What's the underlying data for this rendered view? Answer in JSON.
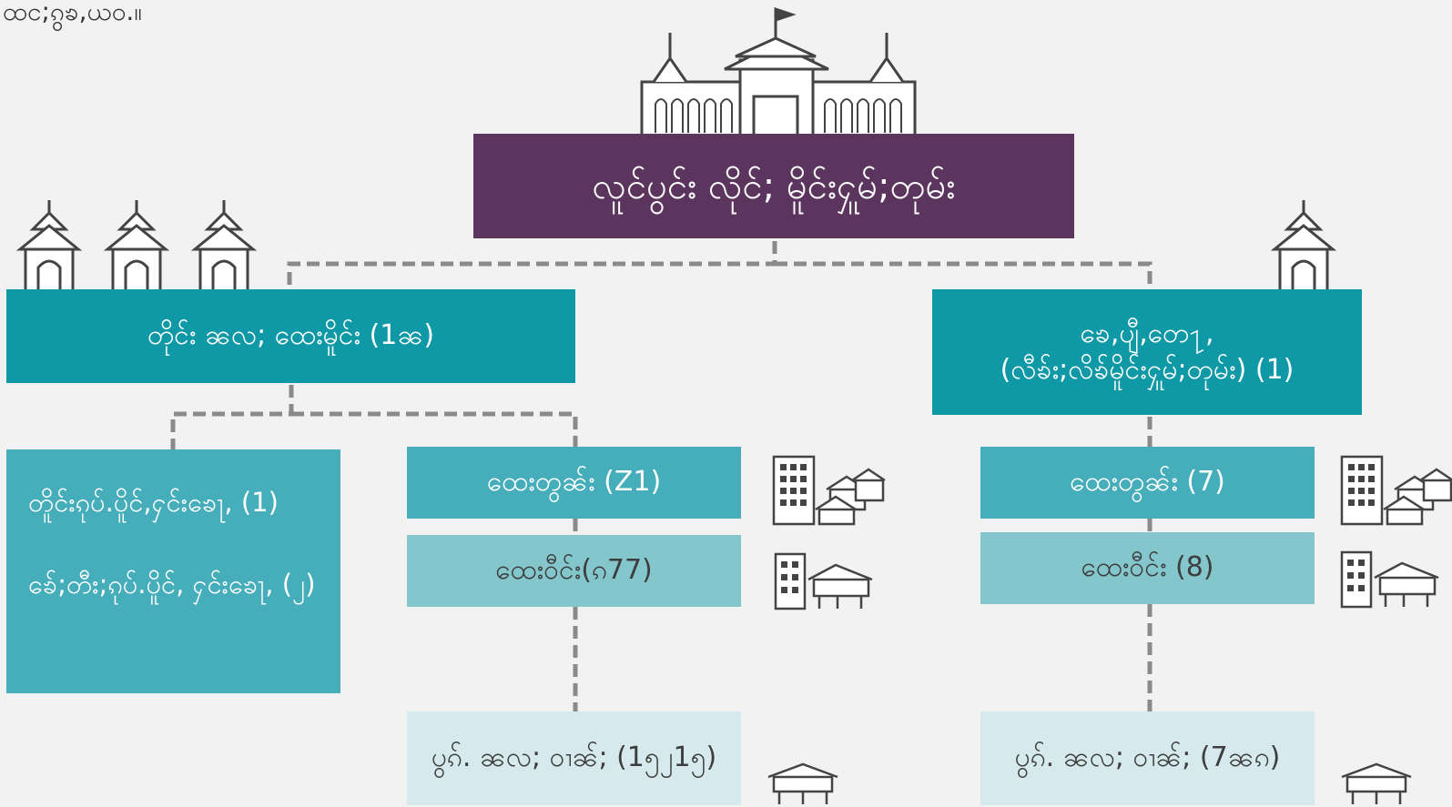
{
  "caption": ".ထင;ၵွၶ,ယဝ.။",
  "root": {
    "label": "လူင်ပွင်း လိုင်; မိူင်းႁူမ်;တုမ်း"
  },
  "left_branch": {
    "label": "တိုင်း ၼလ; ထေးမိူင်း (1ၼ)",
    "note_lines": [
      "တိူင်းၵုပ်.ပိူင်,ႁင်းၶေႃ, (1)",
      "ၶ်ေ;တီး;ၵုပ်.ပိူင်, ႁင်းၶေႃ, (၂)"
    ],
    "township": "ထေးတွၼ်း (Z1)",
    "ward": "ထေးဝီင်း(ၵ77)",
    "village": "ပွၵ်. ၼလ; ဝၢၼ်; (1၅၂1၅)"
  },
  "right_branch": {
    "label_line1": "ၶေ,ပျီ,တေ႑,",
    "label_line2": "(လီၶ်း;လိၶ်မိူင်းႁူမ်;တုမ်း) (1)",
    "township": "ထေးတွၼ်း (7)",
    "ward": "ထေးဝီင်း (8)",
    "village": "ပွၵ်. ၼလ; ဝၢၼ်; (7ၼၵ)"
  },
  "icons": {
    "palace": "palace-icon",
    "pagoda": "pagoda-icon",
    "city": "city-buildings-icon",
    "town": "town-buildings-icon",
    "house": "stilt-house-icon"
  },
  "colors": {
    "root": "#5c355e",
    "level1": "#0f98a6",
    "level2": "#46adba",
    "level3": "#83c6cc",
    "level4": "#d6eaed",
    "connector": "#8a8a8a",
    "icon_stroke": "#444444"
  }
}
